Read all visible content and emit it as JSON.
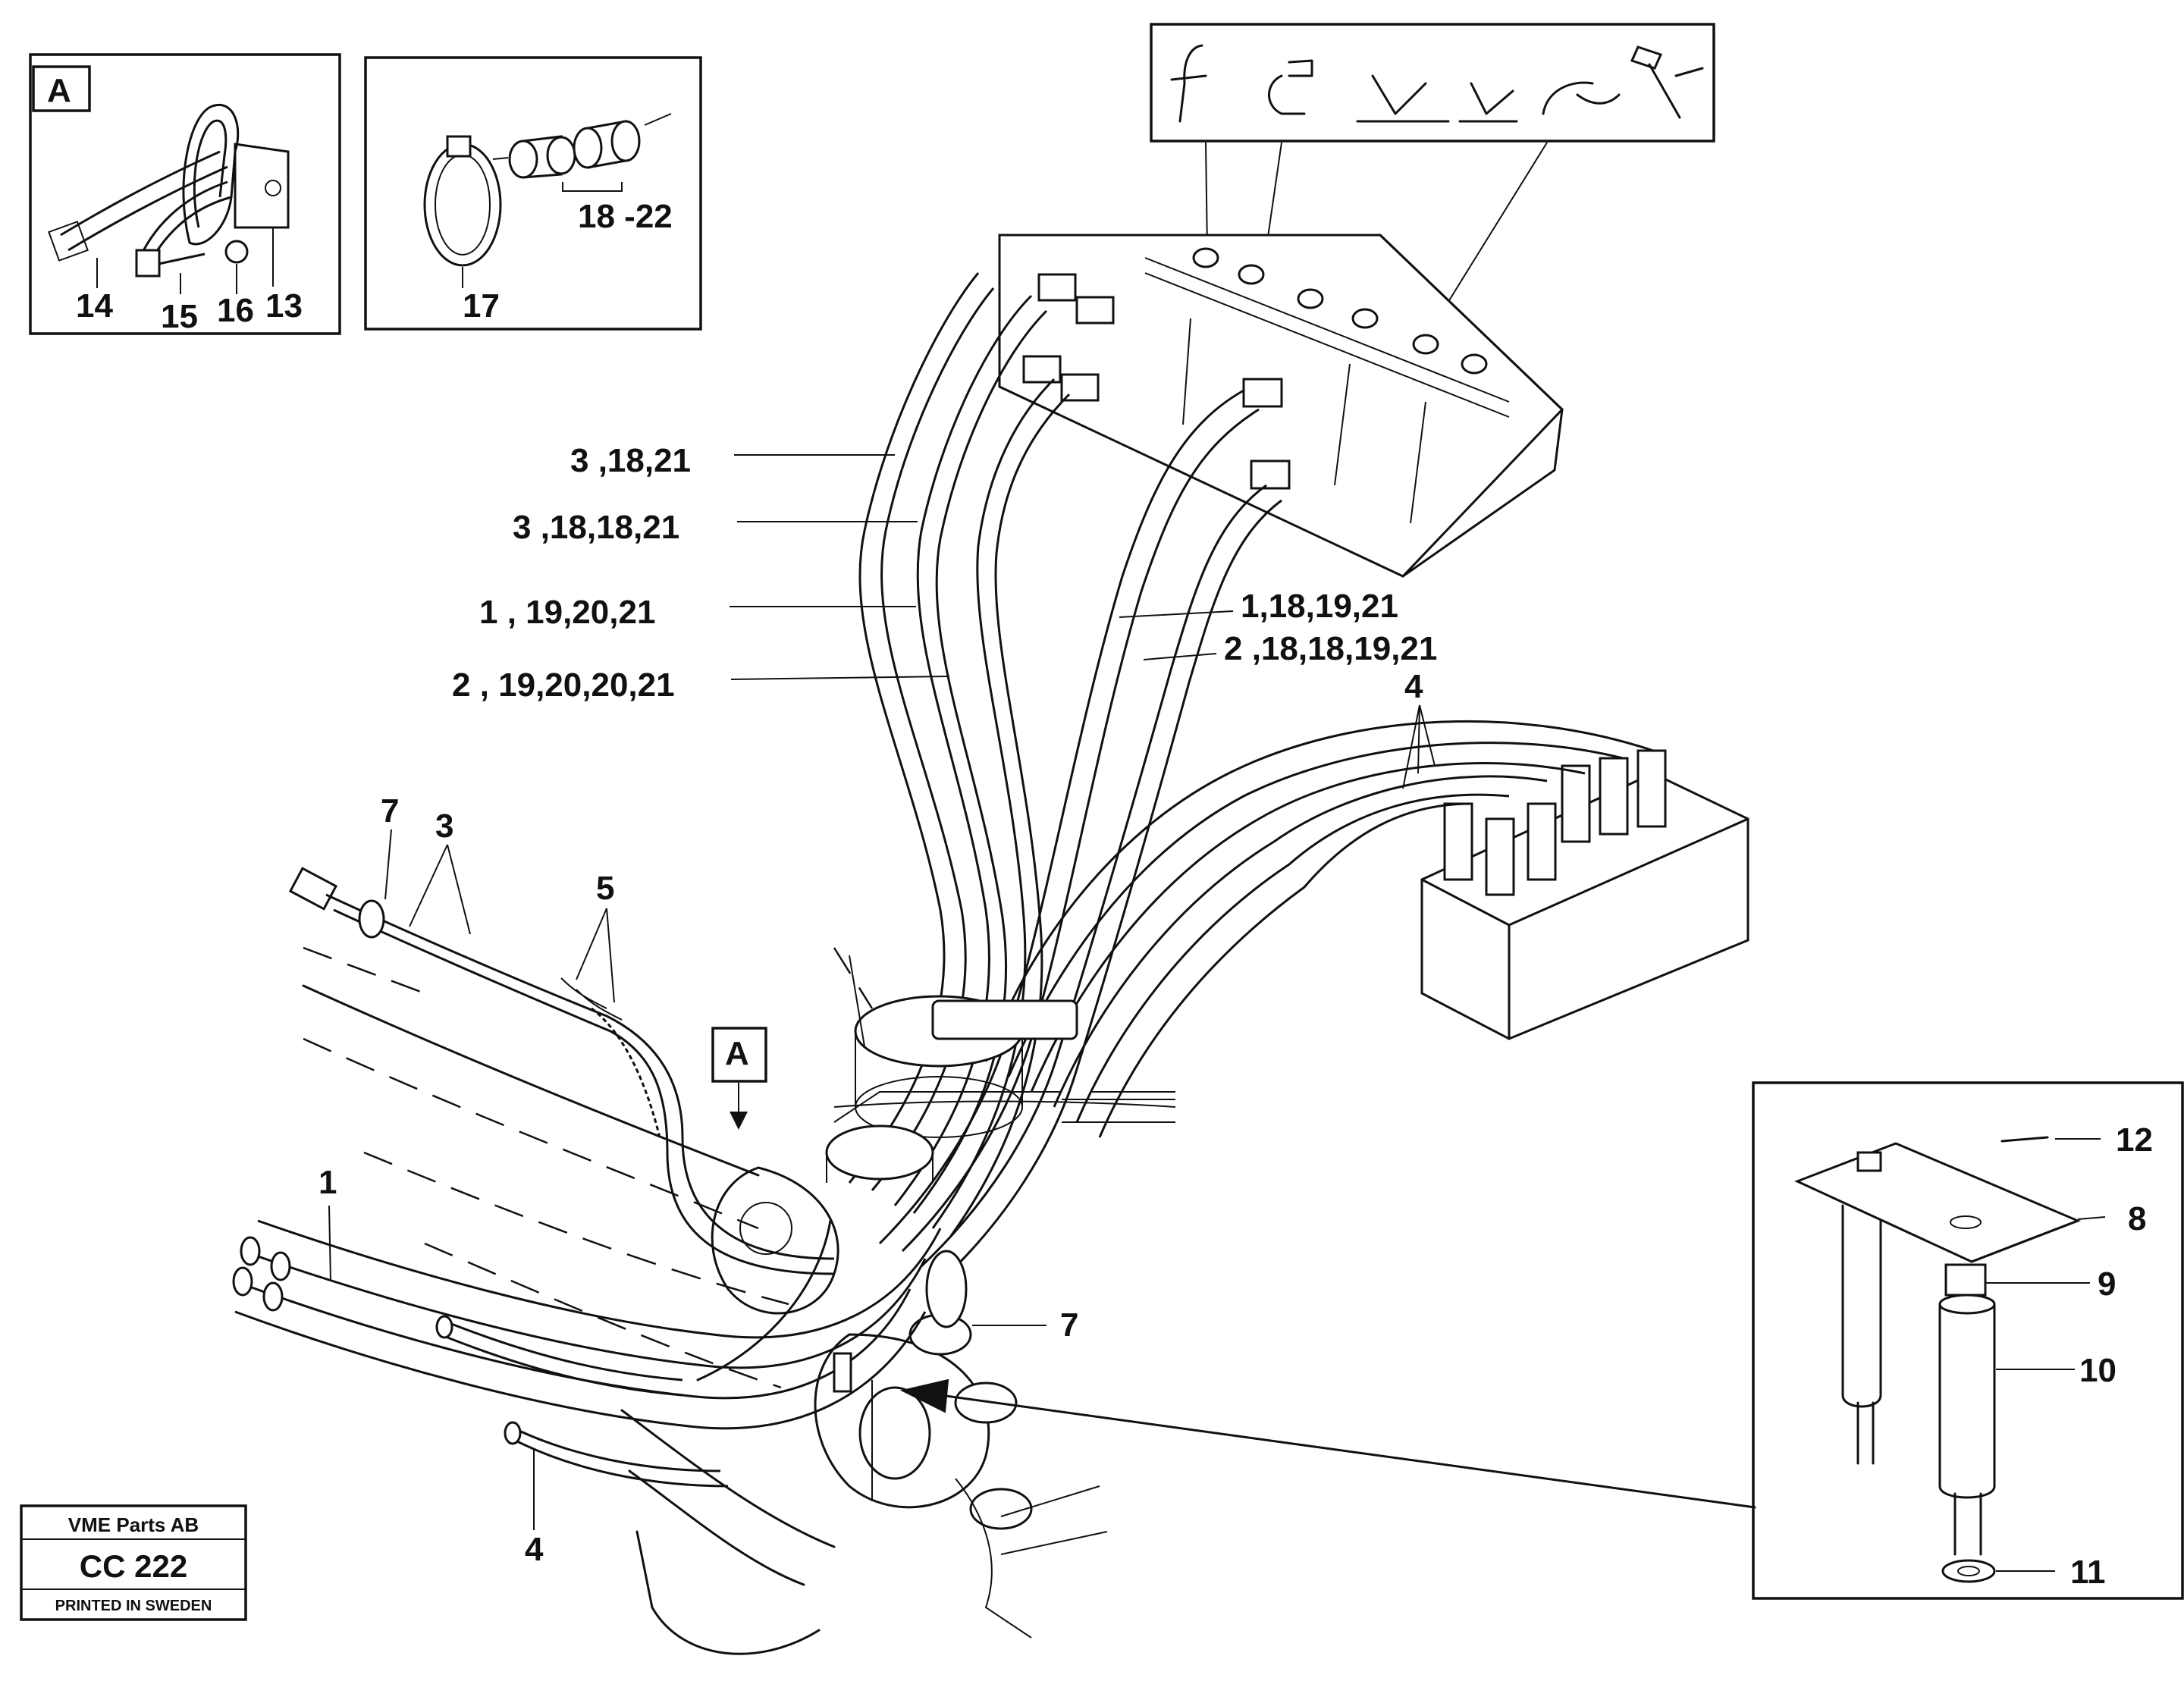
{
  "inset_a": {
    "letter": "A",
    "parts": [
      "14",
      "15",
      "16",
      "13"
    ]
  },
  "inset_clamp": {
    "parts": [
      "17",
      "18 -22"
    ]
  },
  "inset_pin": {
    "parts": [
      "12",
      "8",
      "9",
      "10",
      "11"
    ]
  },
  "hose_labels": [
    "3 ,18,21",
    "3 ,18,18,21",
    "1 ,  19,20,21",
    "2 , 19,20,20,21",
    "1,18,19,21",
    "2  ,18,18,19,21"
  ],
  "callouts": {
    "c4_top": "4",
    "c7_left": "7",
    "c3": "3",
    "c5": "5",
    "c_a": "A",
    "c1": "1",
    "c4_bottom": "4",
    "c7_right": "7"
  },
  "stamp": {
    "company": "VME Parts AB",
    "code": "CC 222",
    "printed": "PRINTED IN SWEDEN"
  },
  "icons": [
    "steering-symbol-icon",
    "swing-symbol-icon",
    "boom-up-icon",
    "boom-down-icon",
    "bucket-symbol-icon",
    "hammer-symbol-icon"
  ]
}
